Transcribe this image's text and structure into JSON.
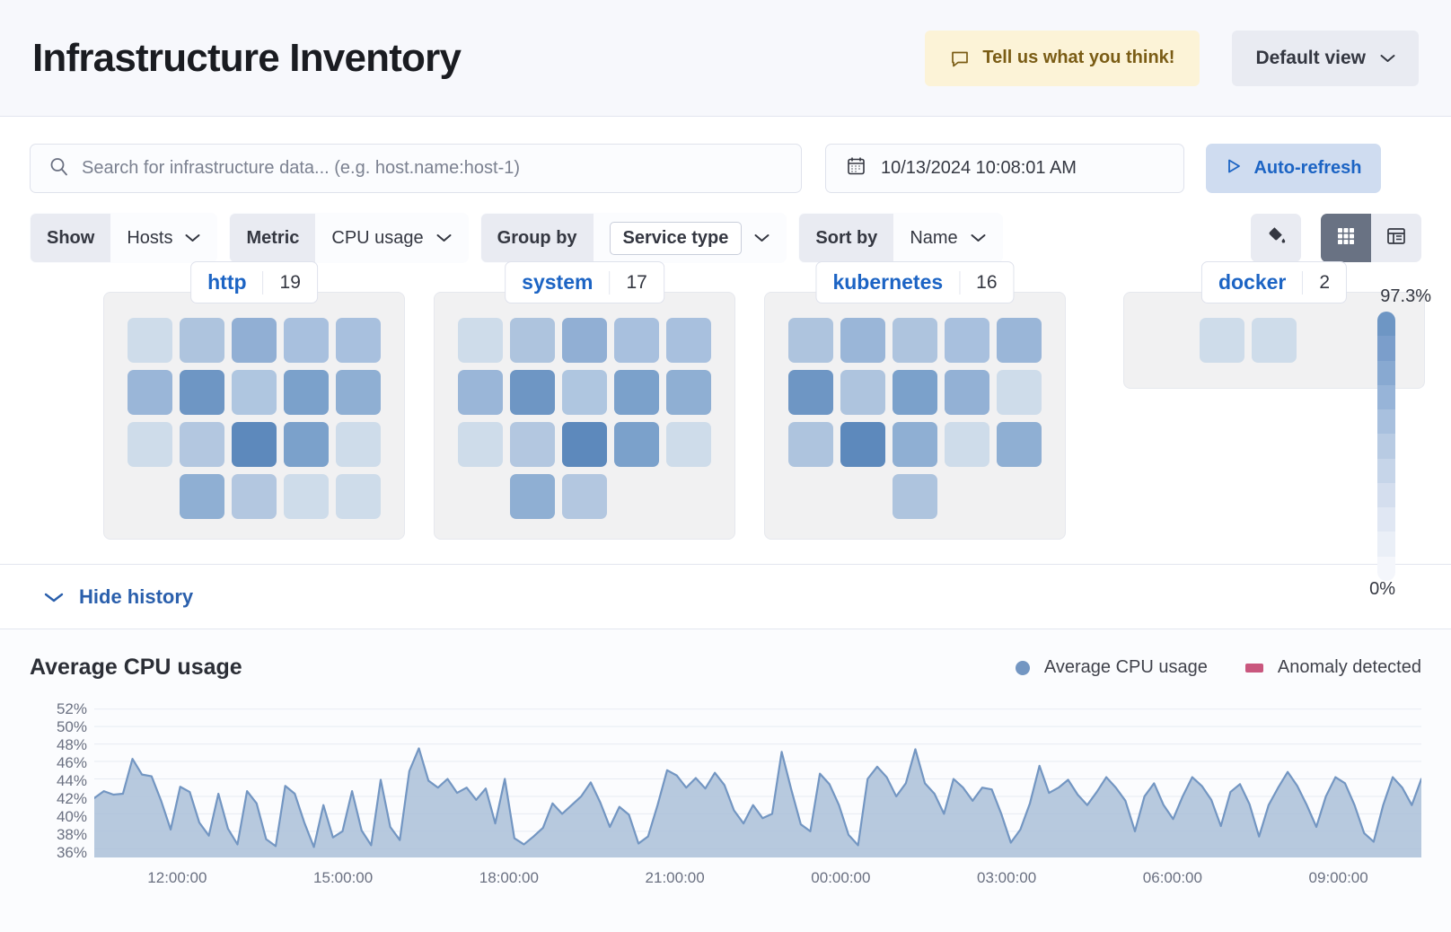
{
  "header": {
    "title": "Infrastructure Inventory",
    "feedback_label": "Tell us what you think!",
    "feedback_icon": "comment-icon",
    "view_label": "Default view",
    "view_icon": "chevron-down-icon"
  },
  "search": {
    "placeholder": "Search for infrastructure data... (e.g. host.name:host-1)",
    "value": "",
    "icon": "search-icon"
  },
  "datepicker": {
    "value": "10/13/2024 10:08:01 AM",
    "icon": "calendar-icon"
  },
  "refresh": {
    "label": "Auto-refresh",
    "icon": "play-icon"
  },
  "filters": [
    {
      "label": "Show",
      "value": "Hosts",
      "boxed": false
    },
    {
      "label": "Metric",
      "value": "CPU usage",
      "boxed": false
    },
    {
      "label": "Group by",
      "value": "Service type",
      "boxed": true
    },
    {
      "label": "Sort by",
      "value": "Name",
      "boxed": false
    }
  ],
  "tools": {
    "palette_icon": "color-fill-icon",
    "grid_view_icon": "grid-view-icon",
    "table_view_icon": "table-view-icon",
    "active_view": "grid"
  },
  "legend_scale": {
    "max_label": "97.3%",
    "min_label": "0%",
    "colors": [
      "#6e96c4",
      "#7b9ecb",
      "#88a9d1",
      "#97b4d8",
      "#a8c0de",
      "#b8cbe3",
      "#c6d5e9",
      "#d4deee",
      "#e0e7f3",
      "#eaeff7",
      "#f4f6fb"
    ]
  },
  "groups": [
    {
      "name": "http",
      "count": "19",
      "tiles": [
        "#cedcea",
        "#aec4de",
        "#91afd4",
        "#a8c0de",
        "#a8c0de",
        "#9ab6d8",
        "#6e96c4",
        "#afc6e0",
        "#7ba1cb",
        "#8fafd3",
        "#cedcea",
        "#b3c7e0",
        "#5d89bc",
        "#7ba1cb",
        "#cedcea",
        "",
        "#8fafd3",
        "#b3c7e0",
        "#cedcea",
        "#cedcea"
      ]
    },
    {
      "name": "system",
      "count": "17",
      "tiles": [
        "#cedcea",
        "#aec4de",
        "#91afd4",
        "#a8c0de",
        "#a8c0de",
        "#9ab6d8",
        "#6e96c4",
        "#afc6e0",
        "#7ba1cb",
        "#8fafd3",
        "#cedcea",
        "#b3c7e0",
        "#5d89bc",
        "#7ba1cb",
        "#cedcea",
        "",
        "#8fafd3",
        "#b3c7e0",
        "",
        ""
      ]
    },
    {
      "name": "kubernetes",
      "count": "16",
      "tiles": [
        "#aec4de",
        "#9ab6d8",
        "#aec4de",
        "#a8c0de",
        "#9ab6d8",
        "#6e96c4",
        "#aec4de",
        "#7ba1cb",
        "#93b1d5",
        "#cedcea",
        "#aec4de",
        "#5d89bc",
        "#8fafd3",
        "#cedcea",
        "#8fafd3",
        "",
        "",
        "#aec4de",
        "",
        ""
      ]
    },
    {
      "name": "docker",
      "count": "2",
      "tiles": [
        "",
        "#cedcea",
        "#cedcea",
        "",
        ""
      ]
    }
  ],
  "history": {
    "toggle_label": "Hide history",
    "toggle_icon": "chevron-down-icon"
  },
  "chart_data": {
    "type": "area",
    "title": "Average CPU usage",
    "xlabel": "",
    "ylabel": "",
    "ylim": [
      35,
      53
    ],
    "grid": true,
    "legend_position": "top-right",
    "legend": [
      {
        "name": "Average CPU usage",
        "color": "#7396c2",
        "marker": "dot"
      },
      {
        "name": "Anomaly detected",
        "color": "#c9577e",
        "marker": "square"
      }
    ],
    "ytick_labels": [
      "52%",
      "50%",
      "48%",
      "46%",
      "44%",
      "42%",
      "40%",
      "38%",
      "36%"
    ],
    "ytick_values": [
      52,
      50,
      48,
      46,
      44,
      42,
      40,
      38,
      36
    ],
    "xtick_labels": [
      "12:00:00",
      "15:00:00",
      "18:00:00",
      "21:00:00",
      "00:00:00",
      "03:00:00",
      "06:00:00",
      "09:00:00"
    ],
    "series": [
      {
        "name": "Average CPU usage",
        "color": "#7396c2",
        "fill": "#aabfd8",
        "values": [
          41.8,
          42.6,
          42.2,
          42.3,
          46.3,
          44.5,
          44.3,
          41.5,
          38.2,
          43.1,
          42.5,
          39.0,
          37.5,
          42.3,
          38.3,
          36.5,
          42.6,
          41.2,
          37.1,
          36.3,
          43.2,
          42.3,
          39.0,
          36.2,
          41.0,
          37.3,
          38.0,
          42.6,
          38.1,
          36.4,
          43.9,
          38.5,
          37.0,
          44.9,
          47.5,
          43.8,
          43.0,
          44.0,
          42.4,
          43.0,
          41.6,
          42.9,
          38.9,
          44.0,
          37.2,
          36.5,
          37.4,
          38.4,
          41.2,
          40.0,
          41.0,
          42.0,
          43.6,
          41.3,
          38.5,
          40.8,
          39.9,
          36.6,
          37.4,
          41.0,
          45.0,
          44.4,
          43.0,
          44.1,
          42.9,
          44.7,
          43.3,
          40.4,
          38.9,
          41.0,
          39.5,
          40.0,
          47.1,
          42.8,
          38.8,
          38.0,
          44.6,
          43.4,
          41.0,
          37.6,
          36.4,
          44.0,
          45.4,
          44.2,
          42.0,
          43.5,
          47.4,
          43.5,
          42.3,
          40.0,
          44.0,
          43.0,
          41.5,
          43.0,
          42.8,
          40.0,
          36.7,
          38.2,
          41.2,
          45.5,
          42.4,
          43.0,
          43.9,
          42.2,
          41.0,
          42.5,
          44.2,
          43.0,
          41.5,
          38.0,
          42.0,
          43.5,
          41.0,
          39.4,
          42.0,
          44.2,
          43.2,
          41.6,
          38.6,
          42.5,
          43.4,
          41.1,
          37.4,
          41.0,
          43.0,
          44.8,
          43.2,
          41.0,
          38.5,
          42.0,
          44.2,
          43.5,
          41.0,
          37.8,
          36.8,
          41.0,
          44.2,
          43.0,
          41.0,
          44.0
        ]
      }
    ]
  }
}
